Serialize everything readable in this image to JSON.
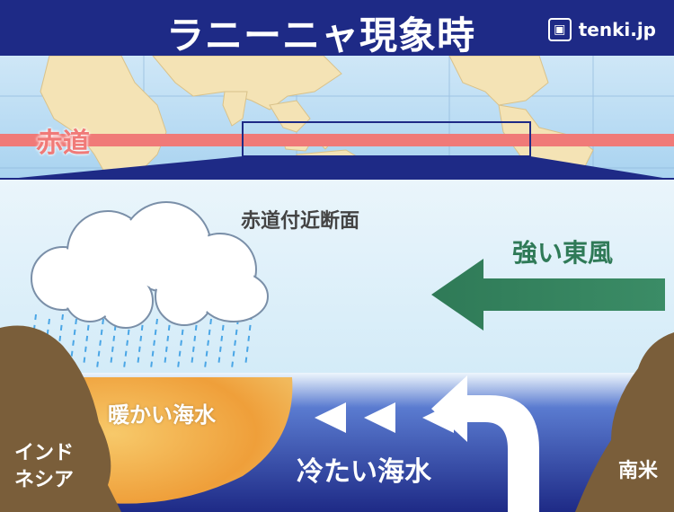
{
  "title": "ラニーニャ現象時",
  "brand": "tenki.jp",
  "equator_label": "赤道",
  "section_label": "赤道付近断面",
  "wind_label": "強い東風",
  "warm_water_label": "暖かい海水",
  "cold_water_label": "冷たい海水",
  "indonesia_label_line1": "インド",
  "indonesia_label_line2": "ネシア",
  "south_america_label": "南米",
  "colors": {
    "navy": "#1e2a86",
    "equator": "#f07a78",
    "wind_arrow": "#2f7a57",
    "land_brown": "#7a5e3a",
    "warm": "#f0b24a"
  }
}
